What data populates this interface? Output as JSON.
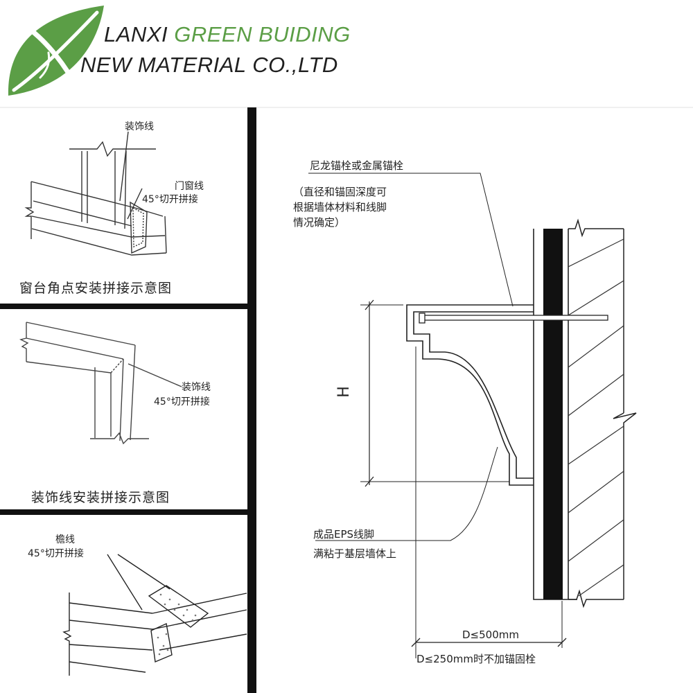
{
  "brand": {
    "line1_part1": "LANXI ",
    "line1_part2": "GREEN BUIDING",
    "line2": "NEW MATERIAL CO.,LTD",
    "logo_icon": "leaf-x-logo-icon",
    "colors": {
      "green": "#5b9e46",
      "dark": "#1f1f1f"
    }
  },
  "panel1": {
    "label_trim": "装饰线",
    "label_frame": "门窗线",
    "label_cut": "45°切开拼接",
    "caption": "窗台角点安装拼接示意图"
  },
  "panel2": {
    "label_trim": "装饰线",
    "label_cut": "45°切开拼接",
    "caption": "装饰线安装拼接示意图"
  },
  "panel3": {
    "label_eave": "檐线",
    "label_cut": "45°切开拼接"
  },
  "section": {
    "anchor_title": "尼龙锚栓或金属锚栓",
    "anchor_note_1": "（直径和锚固深度可",
    "anchor_note_2": "根据墙体材料和线脚",
    "anchor_note_3": "情况确定）",
    "height_label": "H",
    "product_1": "成品EPS线脚",
    "product_2": "满粘于基层墙体上",
    "dim_1": "D≤500mm",
    "dim_2": "D≤250mm时不加锚固栓"
  }
}
